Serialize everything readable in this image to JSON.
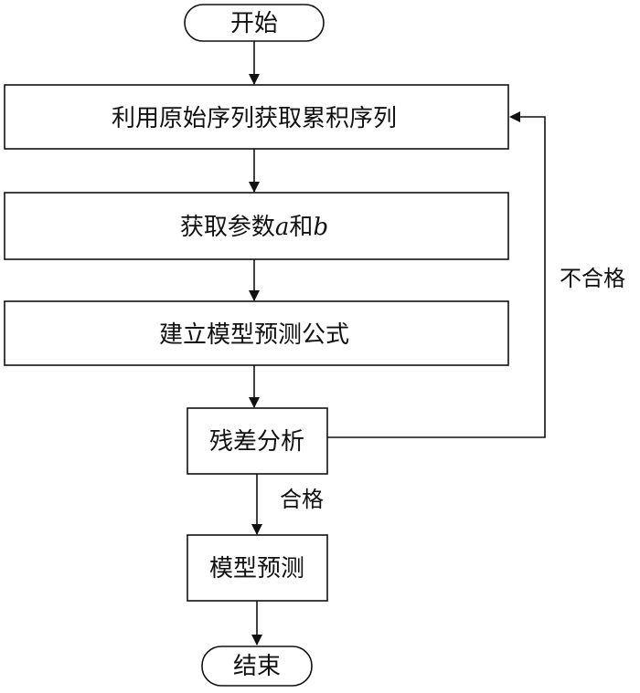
{
  "flowchart": {
    "start": "开始",
    "step1": "利用原始序列获取累积序列",
    "step2": {
      "prefix": "获取参数",
      "var_a": "a",
      "conj": "和",
      "var_b": "b"
    },
    "step3": "建立模型预测公式",
    "decision": "残差分析",
    "label_pass": "合格",
    "label_fail": "不合格",
    "step4": "模型预测",
    "end": "结束"
  }
}
